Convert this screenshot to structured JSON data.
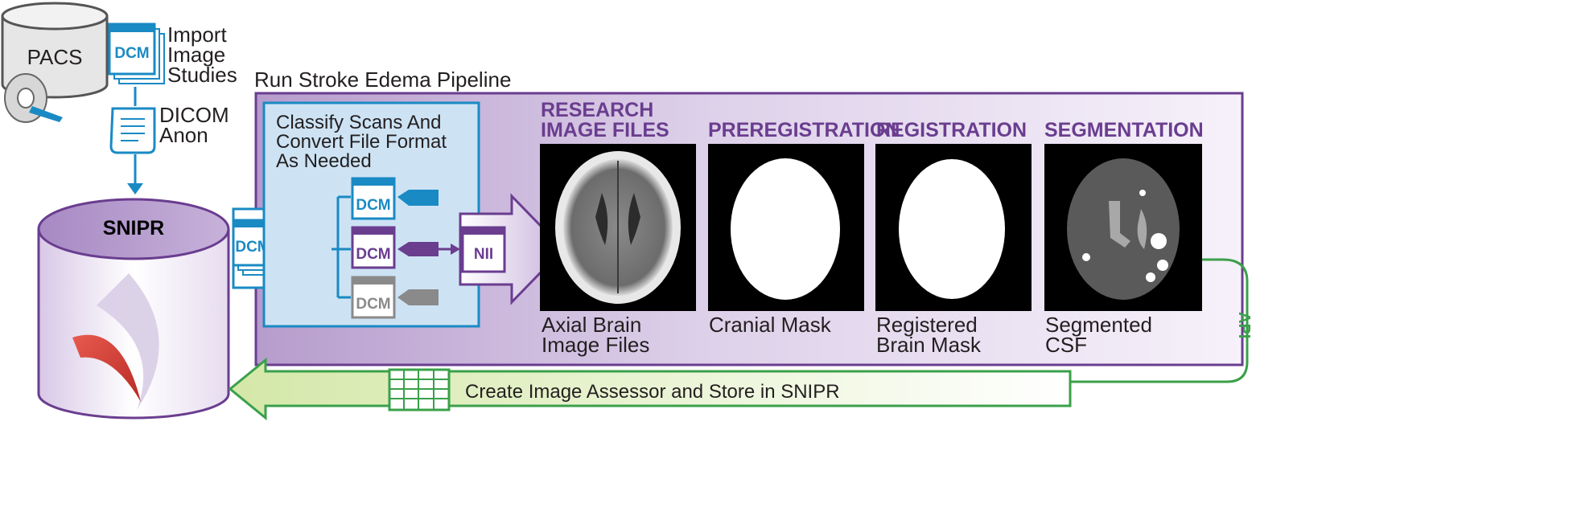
{
  "pacs": {
    "label": "PACS"
  },
  "import": {
    "file_label": "DCM",
    "line1": "Import",
    "line2": "Image",
    "line3": "Studies"
  },
  "anon": {
    "line1": "DICOM",
    "line2": "Anon"
  },
  "snipr": {
    "label": "SNIPR"
  },
  "pipeline": {
    "title": "Run Stroke Edema Pipeline"
  },
  "classify": {
    "line1": "Classify Scans And",
    "line2": "Convert File Format",
    "line3": "As Needed",
    "files": [
      "DCM",
      "DCM",
      "DCM"
    ],
    "output": "NII"
  },
  "input_file": {
    "label": "DCM"
  },
  "stages": [
    {
      "header1": "RESEARCH",
      "header2": "IMAGE FILES",
      "caption1": "Axial Brain",
      "caption2": "Image Files"
    },
    {
      "header1": "PREREGISTRATION",
      "header2": "",
      "caption1": "Cranial Mask",
      "caption2": ""
    },
    {
      "header1": "REGISTRATION",
      "header2": "",
      "caption1": "Registered",
      "caption2": "Brain Mask"
    },
    {
      "header1": "SEGMENTATION",
      "header2": "",
      "caption1": "Segmented",
      "caption2": "CSF"
    }
  ],
  "api": {
    "label": "API"
  },
  "store": {
    "label": "Create Image Assessor and Store in SNIPR"
  },
  "colors": {
    "purple": "#6a3d8f",
    "blue": "#1a8ac4",
    "green": "#3aa04a",
    "gray": "#8a8a8a"
  }
}
